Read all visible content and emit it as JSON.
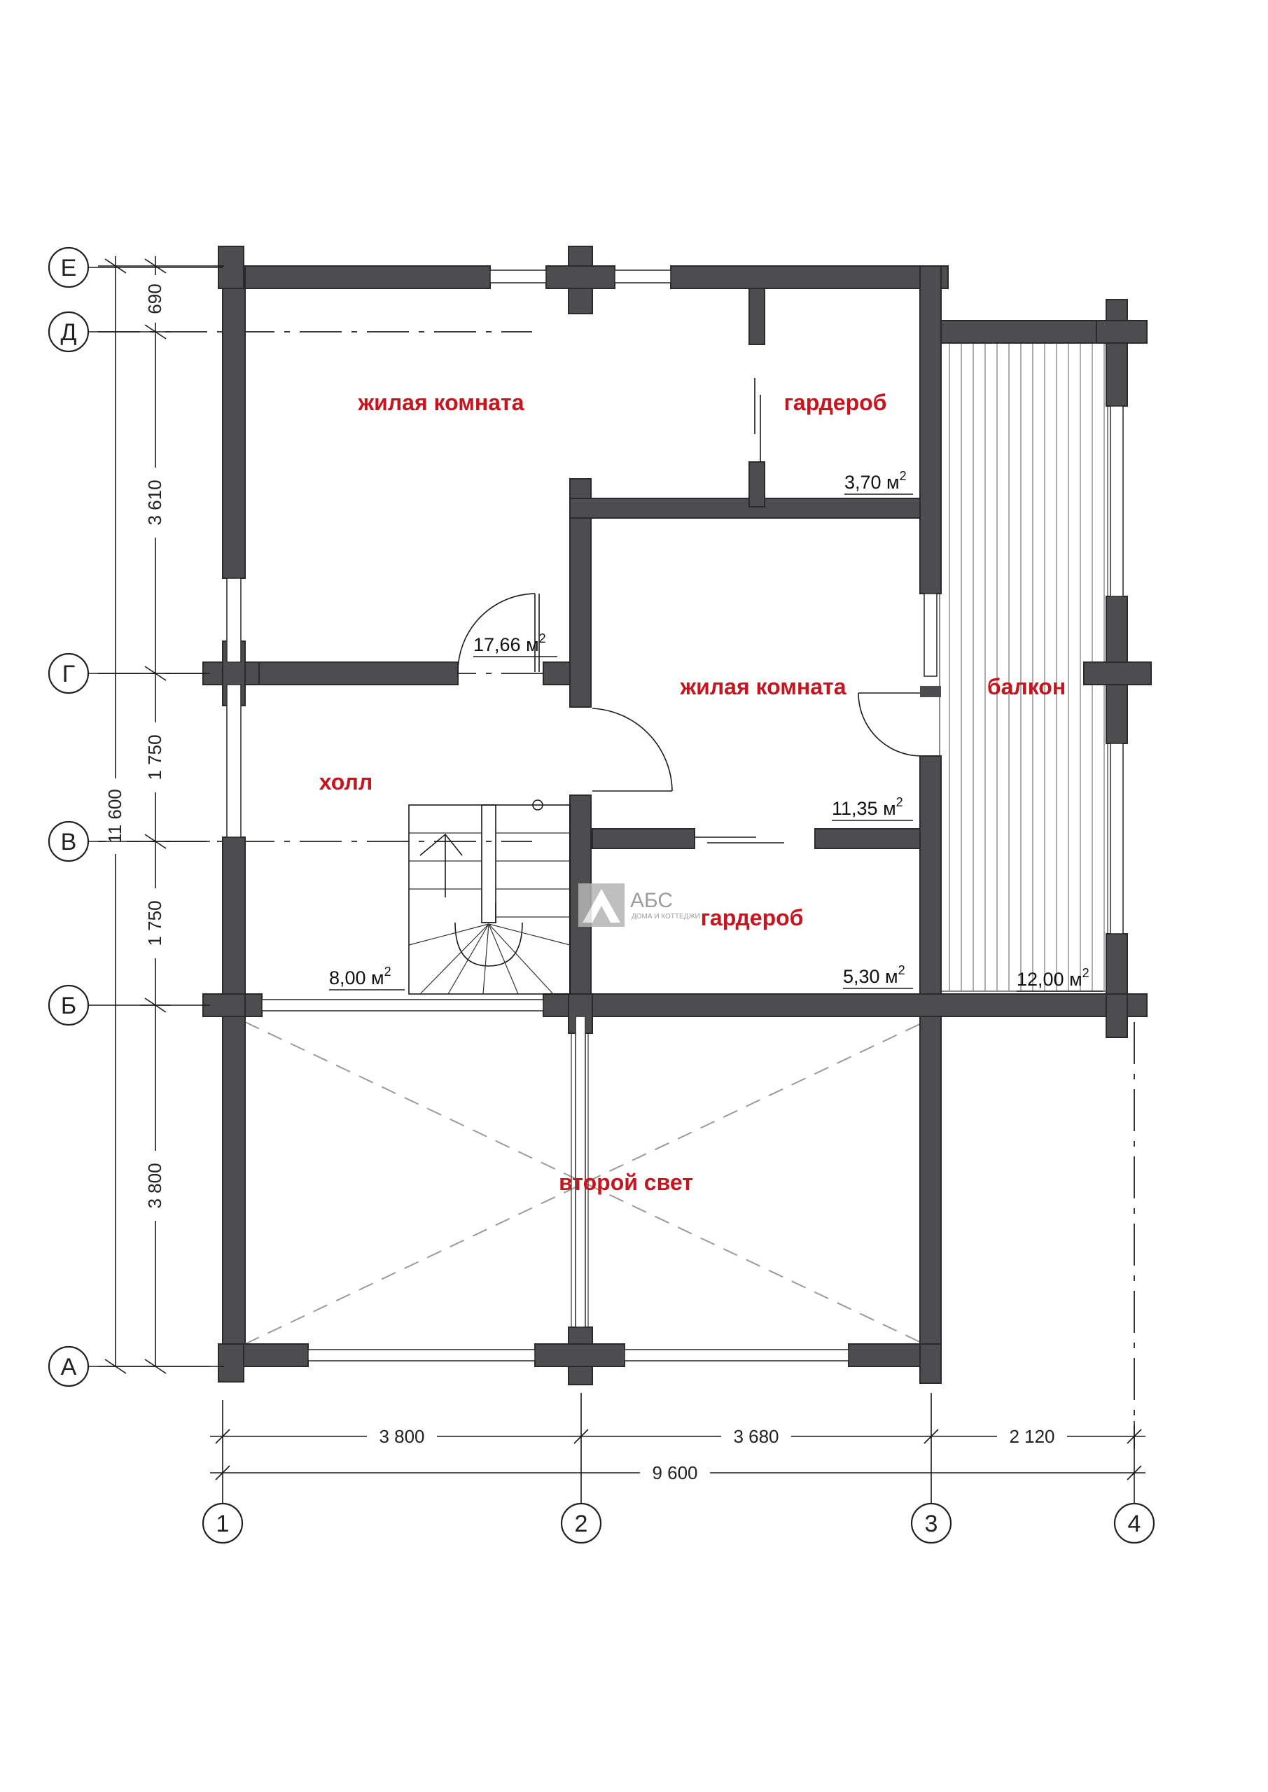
{
  "rooms": {
    "living_room_1": "жилая комната",
    "wardrobe_1": "гардероб",
    "living_room_2": "жилая комната",
    "balcony": "балкон",
    "hall": "холл",
    "wardrobe_2": "гардероб",
    "second_light": "второй свет"
  },
  "areas": {
    "living_room_1": "17,66 м",
    "wardrobe_1": "3,70 м",
    "living_room_2": "11,35 м",
    "hall": "8,00 м",
    "wardrobe_2": "5,30 м",
    "balcony": "12,00 м",
    "unit_sup": "2"
  },
  "axes_rows": [
    "Е",
    "Д",
    "Г",
    "В",
    "Б",
    "А"
  ],
  "axes_cols": [
    "1",
    "2",
    "3",
    "4"
  ],
  "dims_vertical": {
    "e_d": "690",
    "d_g": "3 610",
    "g_v": "1 750",
    "v_b": "1 750",
    "b_a": "3 800",
    "total": "11 600"
  },
  "dims_horizontal": {
    "c1_c2": "3 800",
    "c2_c3": "3 680",
    "c3_c4": "2 120",
    "total": "9 600"
  },
  "logo": {
    "name": "АБС",
    "tagline": "ДОМА И КОТТЕДЖИ"
  },
  "colors": {
    "wall": "#4d4d4f",
    "room_label": "#c8141e"
  }
}
